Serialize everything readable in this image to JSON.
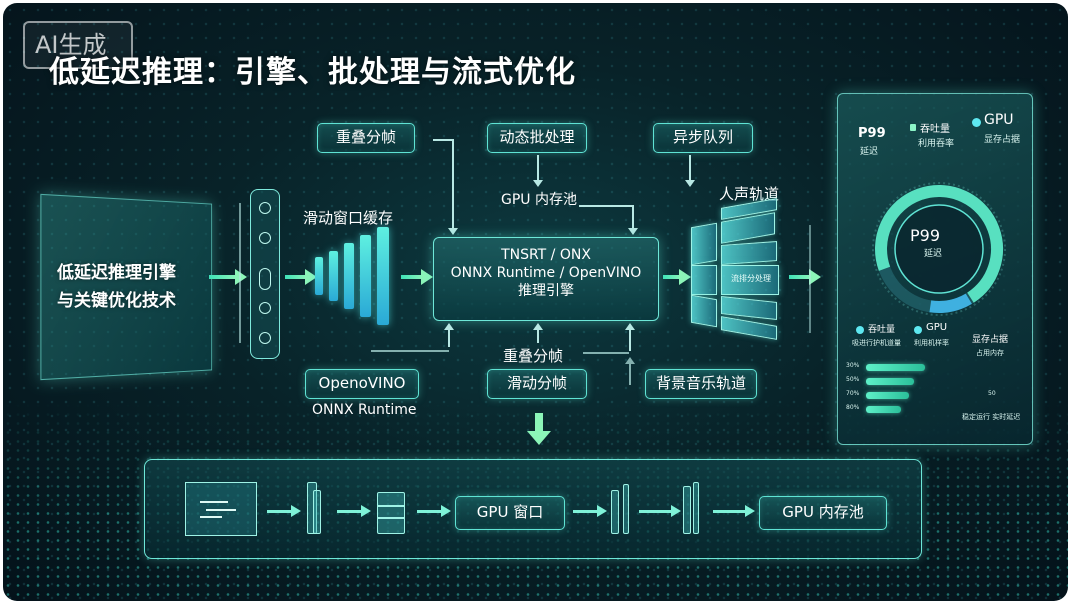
{
  "badge": "AI生成",
  "title": "低延迟推理：引擎、批处理与流式优化",
  "left_panel": {
    "line1": "低延迟推理引擎",
    "line2": "与关键优化技术"
  },
  "labels": {
    "sliding_cache": "滑动窗口缓存",
    "gpu_pool_top": "GPU 内存池",
    "voice_track": "人声轨道",
    "overlap_bottom": "重叠分帧",
    "onnx_runtime": "ONNX Runtime"
  },
  "chips": {
    "overlap_top": "重叠分帧",
    "dynamic_batch": "动态批处理",
    "async_queue": "异步队列",
    "openvino": "OpenoVINO",
    "sliding_frame": "滑动分帧",
    "bgm_track": "背景音乐轨道",
    "gpu_window": "GPU 窗口",
    "gpu_pool_bottom": "GPU 内存池"
  },
  "engine": {
    "line1": "TNSRT / ONX",
    "line2": "ONNX Runtime / OpenVINO",
    "line3": "推理引擎"
  },
  "track_label": "流排分处理",
  "right_panel": {
    "p99_top": "P99",
    "p99_top_sub": "延迟",
    "throughput": "吞吐量",
    "throughput_sub": "利用吞率",
    "gpu": "GPU",
    "gpu_sub": "显存占据",
    "gauge_value": "P99",
    "gauge_sub": "延迟",
    "legend": [
      {
        "title": "吞吐量",
        "sub": "吸进行护机道量"
      },
      {
        "title": "GPU",
        "sub": "利用机样率"
      },
      {
        "title": "显存占据",
        "sub": "占用内存"
      }
    ],
    "bar_labels": [
      "30%",
      "50%",
      "70%",
      "80%"
    ],
    "bar_values": [
      0.75,
      0.62,
      0.55,
      0.45
    ],
    "bar_side": [
      "",
      "",
      "50",
      ""
    ],
    "footer": "稳定运行 实时延迟"
  },
  "colors": {
    "accent": "#5fe3d4",
    "arrow": "#8cf5b8",
    "bg": "#082228"
  }
}
